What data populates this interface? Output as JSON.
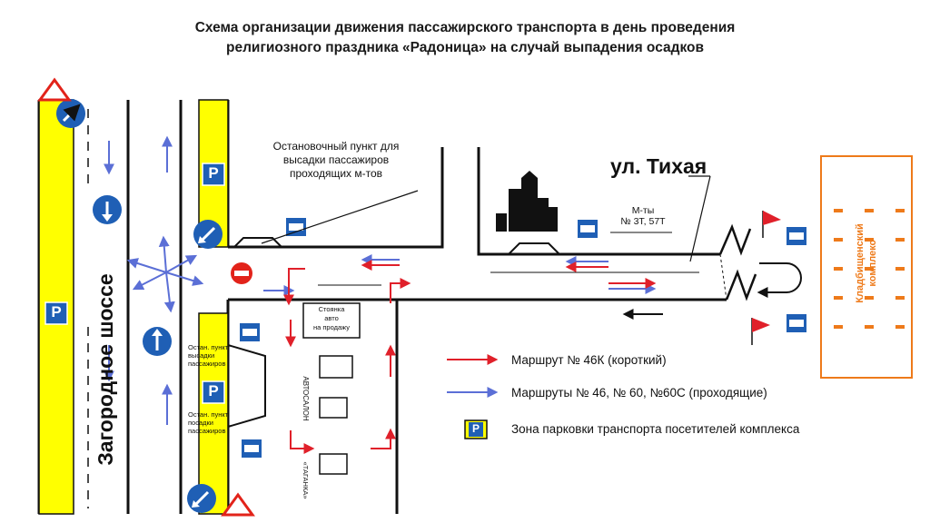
{
  "title": {
    "line1": "Схема организации движения пассажирского транспорта в день проведения",
    "line2": "религиозного праздника «Радоница» на случай выпадения осадков"
  },
  "labels": {
    "highway": "Загородное шоссе",
    "street": "ул. Тихая",
    "stop_passing": [
      "Остановочный пункт для",
      "высадки пассажиров",
      "проходящих м-тов"
    ],
    "routes_street": [
      "М-ты",
      "№ 3Т, 57Т"
    ],
    "parking_sale": [
      "Стоянка",
      "авто",
      "на продажу"
    ],
    "stop_drop": [
      "Остан. пункт",
      "высадки",
      "пассажиров"
    ],
    "stop_board": [
      "Остан. пункт",
      "посадки",
      "пассажиров"
    ],
    "autosalon": "АВТОСАЛОН",
    "taganka": "«ТАГАНКА»",
    "cemetery": [
      "Кладбищенский",
      "комплекс"
    ],
    "parking_sign": "P"
  },
  "legend": {
    "red_route": "Маршрут № 46К (короткий)",
    "blue_routes": "Маршруты № 46, № 60, №60С (проходящие)",
    "parking_zone": "Зона парковки транспорта посетителей комплекса"
  },
  "colors": {
    "road_line": "#111111",
    "parking_yellow": "#ffff00",
    "red_route": "#e0202a",
    "blue_route": "#5b6fd6",
    "sign_blue": "#1f5fb5",
    "cemetery_orange": "#ee7a1a",
    "no_entry_red": "#e2231a"
  },
  "icons": [
    "bus-stop-icon",
    "parking-icon",
    "no-entry-icon",
    "direction-arrow-icon",
    "road-narrows-warning-icon",
    "flag-icon",
    "building-icon",
    "arrow-icon"
  ]
}
